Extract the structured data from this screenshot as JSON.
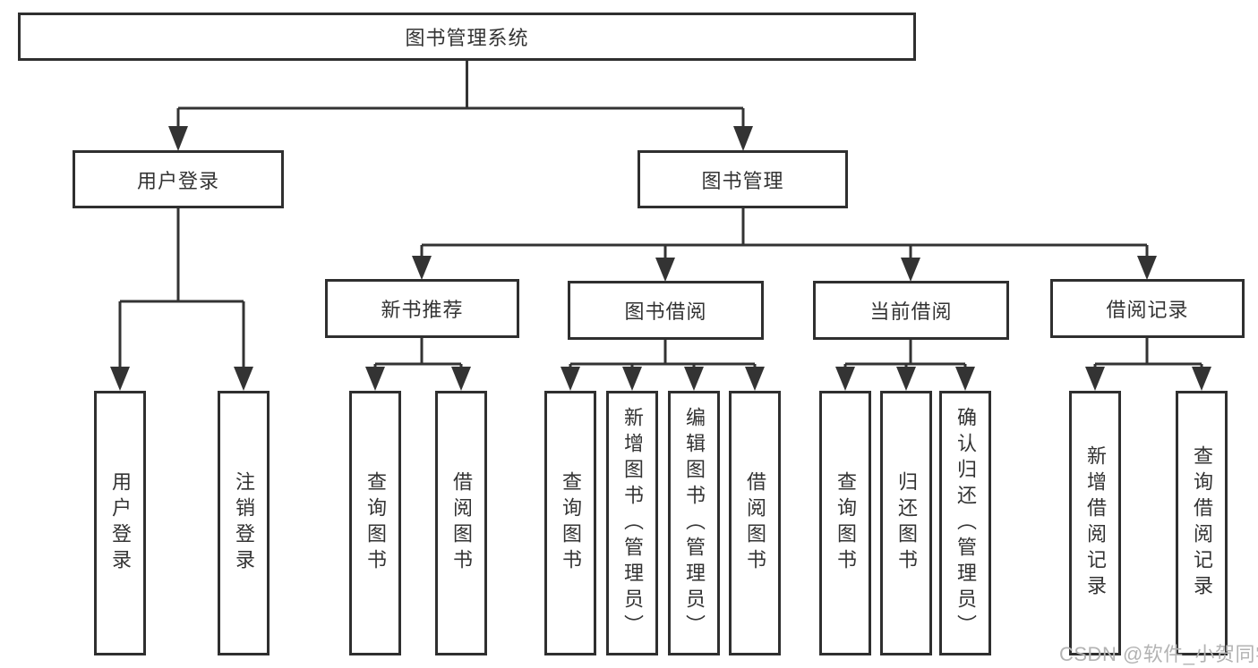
{
  "diagram": {
    "root": "图书管理系统",
    "branches": [
      {
        "label": "用户登录",
        "children": [
          "用户登录",
          "注销登录"
        ]
      },
      {
        "label": "图书管理",
        "children": [
          {
            "label": "新书推荐",
            "children": [
              "查询图书",
              "借阅图书"
            ]
          },
          {
            "label": "图书借阅",
            "children": [
              "查询图书",
              "新增图书（管理员）",
              "编辑图书（管理员）",
              "借阅图书"
            ]
          },
          {
            "label": "当前借阅",
            "children": [
              "查询图书",
              "归还图书",
              "确认归还（管理员）"
            ]
          },
          {
            "label": "借阅记录",
            "children": [
              "新增借阅记录",
              "查询借阅记录"
            ]
          }
        ]
      }
    ]
  },
  "watermark": {
    "text": "CSDN @软件_小贺同学"
  },
  "colors": {
    "background": "#ffffff",
    "box_border": "#2f2f2f",
    "line": "#333333",
    "text": "#333333",
    "watermark_text": "#b3b3b3"
  }
}
